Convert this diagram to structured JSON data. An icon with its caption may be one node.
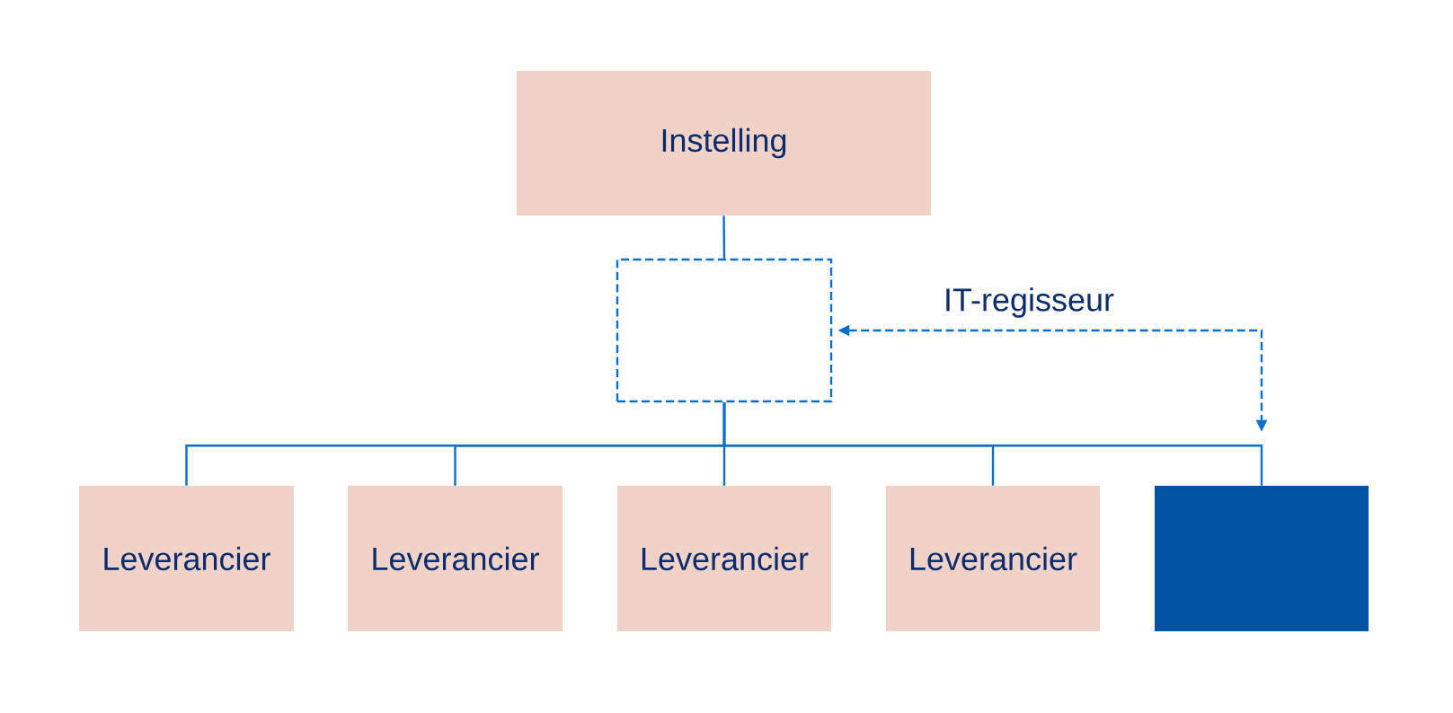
{
  "diagram": {
    "nodes": [
      {
        "text": [
          "Instelling"
        ]
      },
      {
        "text": [],
        "shape": "box"
      },
      {
        "text": [
          "Leverancier"
        ]
      },
      {
        "text": [
          "Leverancier"
        ]
      },
      {
        "text": [
          "Leverancier"
        ]
      },
      {
        "text": [
          "Leverancier"
        ]
      },
      {
        "text": [],
        "shape": "box"
      }
    ],
    "edges": [
      {
        "from": 0,
        "to": 1,
        "arrow": "none"
      },
      {
        "from": 1,
        "to": 2,
        "arrow": "none"
      },
      {
        "from": 1,
        "to": 3,
        "arrow": "none"
      },
      {
        "from": 1,
        "to": 4,
        "arrow": "none"
      },
      {
        "from": 1,
        "to": 5,
        "arrow": "none"
      },
      {
        "from": 1,
        "to": 6,
        "arrow": "none"
      },
      {
        "from": 1,
        "to": 6,
        "arrow": "both",
        "style": "dashed",
        "label": "IT-regisseur"
      }
    ]
  }
}
